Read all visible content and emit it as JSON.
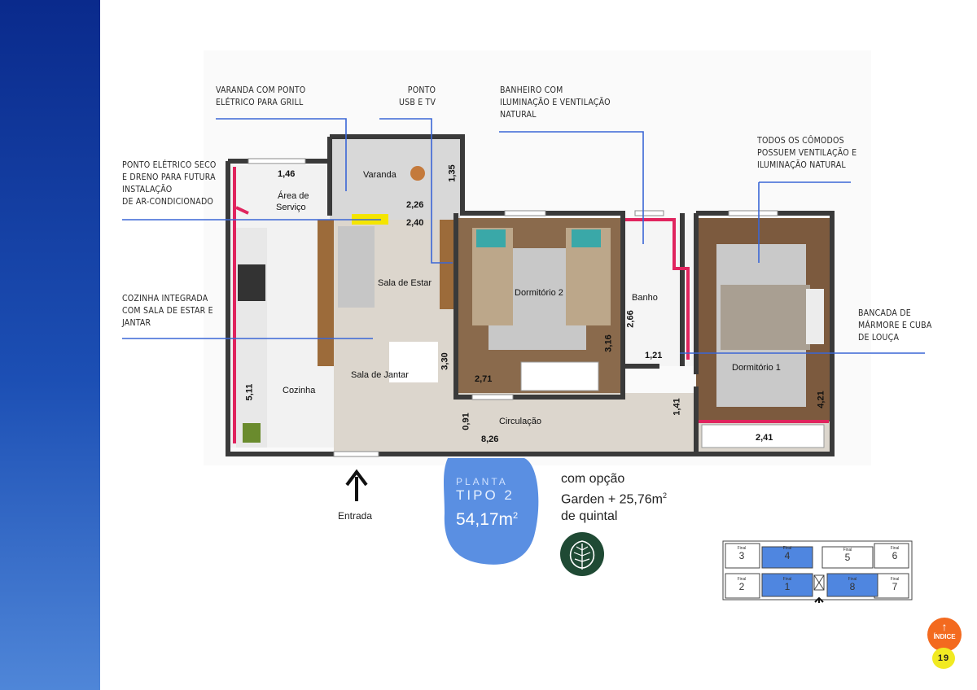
{
  "callouts": {
    "varanda": [
      "VARANDA COM PONTO",
      "ELÉTRICO PARA GRILL"
    ],
    "usb": [
      "PONTO",
      "USB E TV"
    ],
    "banheiro": [
      "BANHEIRO COM",
      "ILUMINAÇÃO E VENTILAÇÃO",
      "NATURAL"
    ],
    "comodos": [
      "TODOS OS CÔMODOS",
      "POSSUEM VENTILAÇÃO E",
      "ILUMINAÇÃO NATURAL"
    ],
    "ar": [
      "PONTO ELÉTRICO SECO",
      "E DRENO PARA FUTURA",
      "INSTALAÇÃO",
      "DE AR-CONDICIONADO"
    ],
    "cozinha": [
      "COZINHA INTEGRADA",
      "COM SALA DE ESTAR E",
      "JANTAR"
    ],
    "bancada": [
      "BANCADA DE",
      "MÁRMORE E CUBA",
      "DE LOUÇA"
    ]
  },
  "rooms": {
    "varanda": "Varanda",
    "area_servico_1": "Área de",
    "area_servico_2": "Serviço",
    "sala_estar": "Sala de Estar",
    "dormitorio2": "Dormitório 2",
    "banho": "Banho",
    "dormitorio1": "Dormitório 1",
    "sala_jantar": "Sala de Jantar",
    "cozinha": "Cozinha",
    "circulacao": "Circulação"
  },
  "dims": {
    "d146": "1,46",
    "d135": "1,35",
    "d226": "2,26",
    "d240": "2,40",
    "d266": "2,66",
    "d121": "1,21",
    "d316": "3,16",
    "d330": "3,30",
    "d271": "2,71",
    "d511": "5,11",
    "d091": "0,91",
    "d826": "8,26",
    "d141": "1,41",
    "d421": "4,21",
    "d241": "2,41"
  },
  "entrada": "Entrada",
  "planta": {
    "line1": "PLANTA",
    "line2": "TIPO 2",
    "area": "54,17m",
    "area_sup": "2"
  },
  "garden": {
    "line1": "com opção",
    "line2": "Garden + 25,76m",
    "line2_sup": "2",
    "line3": "de quintal",
    "icon": "monstera-leaf-icon"
  },
  "keyplan": {
    "small_label": "Final",
    "units": [
      "3",
      "4",
      "5",
      "6",
      "2",
      "1",
      "8",
      "7"
    ],
    "highlighted": [
      "4",
      "1",
      "8"
    ],
    "highlight_color": "#4f86e0"
  },
  "nav": {
    "indice": "ÍNDICE",
    "page": "19"
  },
  "colors": {
    "sidebar": "#1c4fb4",
    "callout_line": "#3a66d6",
    "wall": "#3a3a3a",
    "accent_wall": "#e0245e",
    "indice": "#f36a1f",
    "page_badge": "#f1ea22",
    "garden_icon": "#1f4a34"
  }
}
